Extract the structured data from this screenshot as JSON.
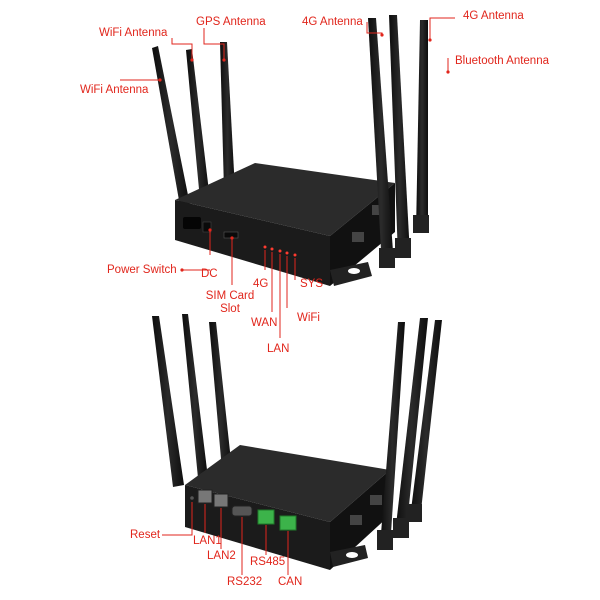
{
  "labels": {
    "wifi_antenna_1": "WiFi Antenna",
    "wifi_antenna_2": "WiFi Antenna",
    "gps_antenna": "GPS Antenna",
    "lte_antenna_1": "4G Antenna",
    "lte_antenna_2": "4G Antenna",
    "bluetooth_antenna": "Bluetooth Antenna",
    "power_switch": "Power Switch",
    "dc": "DC",
    "sim_slot_line1": "SIM Card",
    "sim_slot_line2": "Slot",
    "led_4g": "4G",
    "led_wan": "WAN",
    "led_lan": "LAN",
    "led_wifi": "WiFi",
    "led_sys": "SYS",
    "reset": "Reset",
    "lan1": "LAN1",
    "lan2": "LAN2",
    "rs232": "RS232",
    "rs485": "RS485",
    "can": "CAN"
  },
  "colors": {
    "callout": "#e1261c",
    "device_body": "#1c1c1c",
    "device_top": "#2a2a2a",
    "antenna": "#151515",
    "terminal": "#3cb34a",
    "led": "#ff3b30"
  }
}
